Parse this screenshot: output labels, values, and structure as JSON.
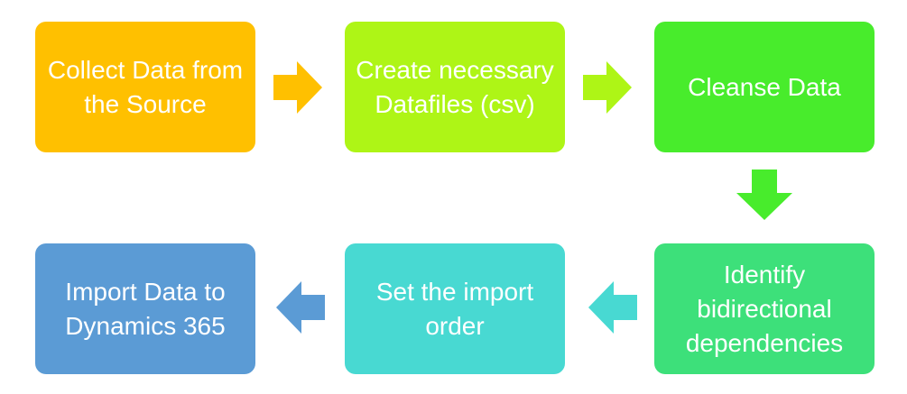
{
  "steps": [
    {
      "id": "collect",
      "label": "Collect Data from the Source",
      "color": "#ffc000"
    },
    {
      "id": "create",
      "label": "Create necessary Datafiles (csv)",
      "color": "#aef516"
    },
    {
      "id": "cleanse",
      "label": "Cleanse Data",
      "color": "#48ec2c"
    },
    {
      "id": "identify",
      "label": "Identify bidirectional dependencies",
      "color": "#3de07a"
    },
    {
      "id": "order",
      "label": "Set the import order",
      "color": "#48d9d2"
    },
    {
      "id": "import",
      "label": "Import Data to Dynamics 365",
      "color": "#5b9bd5"
    }
  ],
  "arrows": [
    {
      "from": "collect",
      "to": "create",
      "direction": "right",
      "color": "#ffc000"
    },
    {
      "from": "create",
      "to": "cleanse",
      "direction": "right",
      "color": "#aef516"
    },
    {
      "from": "cleanse",
      "to": "identify",
      "direction": "down",
      "color": "#48ec2c"
    },
    {
      "from": "identify",
      "to": "order",
      "direction": "left",
      "color": "#48d9d2"
    },
    {
      "from": "order",
      "to": "import",
      "direction": "left",
      "color": "#5b9bd5"
    }
  ]
}
